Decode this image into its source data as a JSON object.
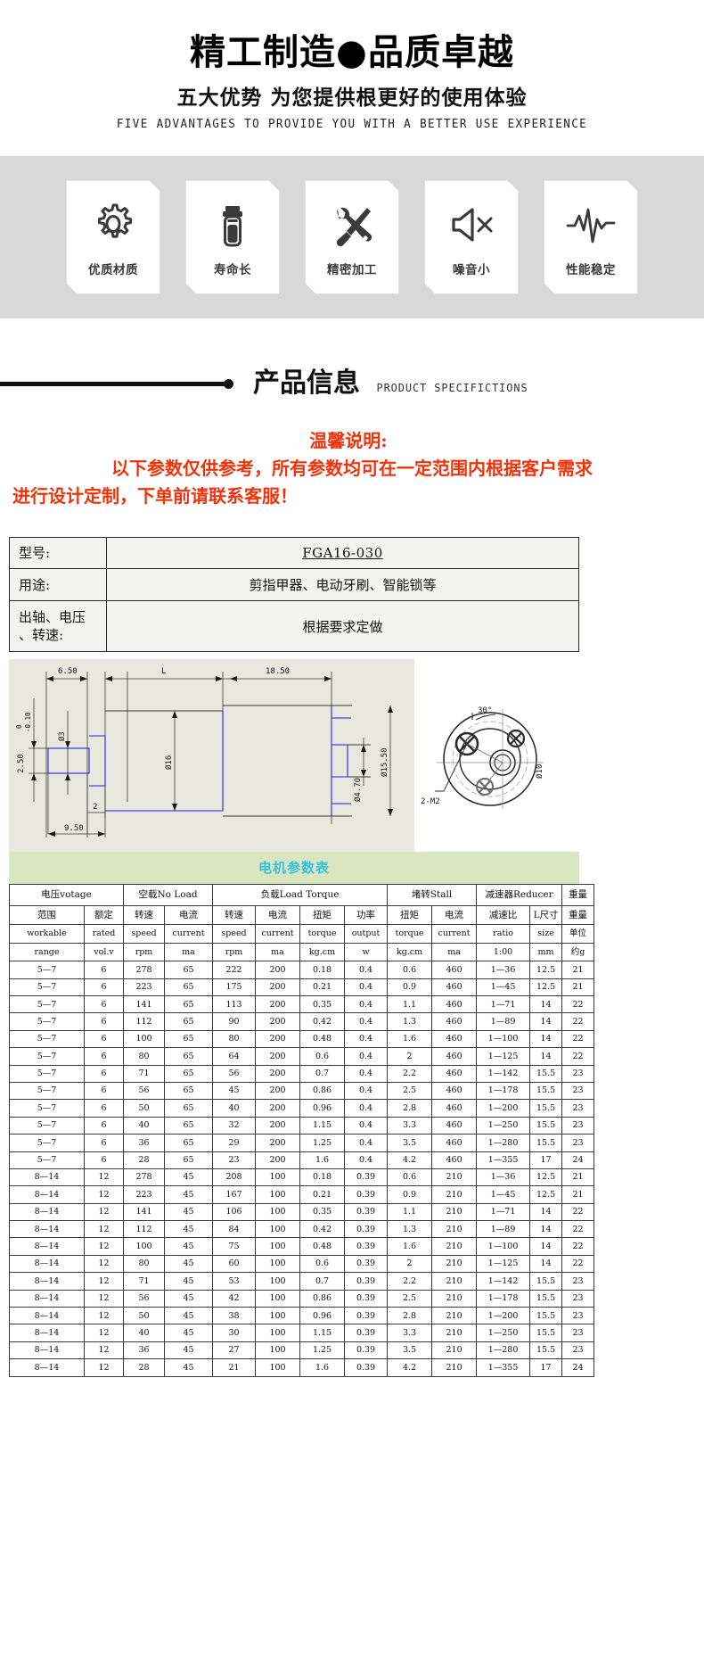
{
  "hero": {
    "title": "精工制造●品质卓越",
    "subtitle": "五大优势  为您提供根更好的使用体验",
    "english": "FIVE ADVANTAGES TO PROVIDE YOU WITH A BETTER USE EXPERIENCE"
  },
  "advantages": [
    {
      "label": "优质材质",
      "icon": "gear-icon"
    },
    {
      "label": "寿命长",
      "icon": "battery-icon"
    },
    {
      "label": "精密加工",
      "icon": "tools-icon"
    },
    {
      "label": "噪音小",
      "icon": "speaker-mute-icon"
    },
    {
      "label": "性能稳定",
      "icon": "waveform-icon"
    }
  ],
  "section": {
    "cn": "产品信息",
    "en": "PRODUCT SPECIFICTIONS"
  },
  "notice": {
    "line1": "温馨说明:",
    "line2": "以下参数仅供参考，所有参数均可在一定范围内根据客户需求",
    "line3": "进行设计定制，下单前请联系客服！",
    "color": "#f0330c"
  },
  "model_table": [
    {
      "key": "型号:",
      "value": "FGA16-030",
      "underline": true
    },
    {
      "key": "用途:",
      "value": "剪指甲器、电动牙刷、智能锁等",
      "underline": false
    },
    {
      "key": "出轴、电压\n、转速:",
      "value": "根据要求定做",
      "underline": false
    }
  ],
  "drawing": {
    "dims": [
      "6.50",
      "L",
      "18.50",
      "2.50",
      "0",
      "-0.10",
      "Ø3",
      "Ø16",
      "Ø4.70",
      "Ø15.50",
      "2",
      "9.50",
      "30°",
      "2-M2",
      "Ø10"
    ]
  },
  "param_table": {
    "title": "电机参数表",
    "groups": [
      {
        "label": "电压votage",
        "span": 2
      },
      {
        "label": "空载No  Load",
        "span": 2
      },
      {
        "label": "负载Load   Torque",
        "span": 4
      },
      {
        "label": "堵转Stall",
        "span": 2
      },
      {
        "label": "减速器Reducer",
        "span": 2
      },
      {
        "label": "重量",
        "span": 1
      }
    ],
    "headers_cn": [
      "范围",
      "额定",
      "转速",
      "电流",
      "转速",
      "电流",
      "扭矩",
      "功率",
      "扭矩",
      "电流",
      "减速比",
      "L尺寸",
      "重量"
    ],
    "headers_en": [
      "workable",
      "rated",
      "speed",
      "current",
      "speed",
      "current",
      "torque",
      "output",
      "torque",
      "current",
      "ratio",
      "size",
      "单位"
    ],
    "headers_unit": [
      "range",
      "vol.v",
      "rpm",
      "ma",
      "rpm",
      "ma",
      "kg.cm",
      "w",
      "kg.cm",
      "ma",
      "1:00",
      "mm",
      "约g"
    ],
    "rows": [
      [
        "5—7",
        "6",
        "278",
        "65",
        "222",
        "200",
        "0.18",
        "0.4",
        "0.6",
        "460",
        "1—36",
        "12.5",
        "21"
      ],
      [
        "5—7",
        "6",
        "223",
        "65",
        "175",
        "200",
        "0.21",
        "0.4",
        "0.9",
        "460",
        "1—45",
        "12.5",
        "21"
      ],
      [
        "5—7",
        "6",
        "141",
        "65",
        "113",
        "200",
        "0.35",
        "0.4",
        "1.1",
        "460",
        "1—71",
        "14",
        "22"
      ],
      [
        "5—7",
        "6",
        "112",
        "65",
        "90",
        "200",
        "0.42",
        "0.4",
        "1.3",
        "460",
        "1—89",
        "14",
        "22"
      ],
      [
        "5—7",
        "6",
        "100",
        "65",
        "80",
        "200",
        "0.48",
        "0.4",
        "1.6",
        "460",
        "1—100",
        "14",
        "22"
      ],
      [
        "5—7",
        "6",
        "80",
        "65",
        "64",
        "200",
        "0.6",
        "0.4",
        "2",
        "460",
        "1—125",
        "14",
        "22"
      ],
      [
        "5—7",
        "6",
        "71",
        "65",
        "56",
        "200",
        "0.7",
        "0.4",
        "2.2",
        "460",
        "1—142",
        "15.5",
        "23"
      ],
      [
        "5—7",
        "6",
        "56",
        "65",
        "45",
        "200",
        "0.86",
        "0.4",
        "2.5",
        "460",
        "1—178",
        "15.5",
        "23"
      ],
      [
        "5—7",
        "6",
        "50",
        "65",
        "40",
        "200",
        "0.96",
        "0.4",
        "2.8",
        "460",
        "1—200",
        "15.5",
        "23"
      ],
      [
        "5—7",
        "6",
        "40",
        "65",
        "32",
        "200",
        "1.15",
        "0.4",
        "3.3",
        "460",
        "1—250",
        "15.5",
        "23"
      ],
      [
        "5—7",
        "6",
        "36",
        "65",
        "29",
        "200",
        "1.25",
        "0.4",
        "3.5",
        "460",
        "1—280",
        "15.5",
        "23"
      ],
      [
        "5—7",
        "6",
        "28",
        "65",
        "23",
        "200",
        "1.6",
        "0.4",
        "4.2",
        "460",
        "1—355",
        "17",
        "24"
      ],
      [
        "8—14",
        "12",
        "278",
        "45",
        "208",
        "100",
        "0.18",
        "0.39",
        "0.6",
        "210",
        "1—36",
        "12.5",
        "21"
      ],
      [
        "8—14",
        "12",
        "223",
        "45",
        "167",
        "100",
        "0.21",
        "0.39",
        "0.9",
        "210",
        "1—45",
        "12.5",
        "21"
      ],
      [
        "8—14",
        "12",
        "141",
        "45",
        "106",
        "100",
        "0.35",
        "0.39",
        "1.1",
        "210",
        "1—71",
        "14",
        "22"
      ],
      [
        "8—14",
        "12",
        "112",
        "45",
        "84",
        "100",
        "0.42",
        "0.39",
        "1.3",
        "210",
        "1—89",
        "14",
        "22"
      ],
      [
        "8—14",
        "12",
        "100",
        "45",
        "75",
        "100",
        "0.48",
        "0.39",
        "1.6",
        "210",
        "1—100",
        "14",
        "22"
      ],
      [
        "8—14",
        "12",
        "80",
        "45",
        "60",
        "100",
        "0.6",
        "0.39",
        "2",
        "210",
        "1—125",
        "14",
        "22"
      ],
      [
        "8—14",
        "12",
        "71",
        "45",
        "53",
        "100",
        "0.7",
        "0.39",
        "2.2",
        "210",
        "1—142",
        "15.5",
        "23"
      ],
      [
        "8—14",
        "12",
        "56",
        "45",
        "42",
        "100",
        "0.86",
        "0.39",
        "2.5",
        "210",
        "1—178",
        "15.5",
        "23"
      ],
      [
        "8—14",
        "12",
        "50",
        "45",
        "38",
        "100",
        "0.96",
        "0.39",
        "2.8",
        "210",
        "1—200",
        "15.5",
        "23"
      ],
      [
        "8—14",
        "12",
        "40",
        "45",
        "30",
        "100",
        "1.15",
        "0.39",
        "3.3",
        "210",
        "1—250",
        "15.5",
        "23"
      ],
      [
        "8—14",
        "12",
        "36",
        "45",
        "27",
        "100",
        "1.25",
        "0.39",
        "3.5",
        "210",
        "1—280",
        "15.5",
        "23"
      ],
      [
        "8—14",
        "12",
        "28",
        "45",
        "21",
        "100",
        "1.6",
        "0.39",
        "4.2",
        "210",
        "1—355",
        "17",
        "24"
      ]
    ]
  }
}
